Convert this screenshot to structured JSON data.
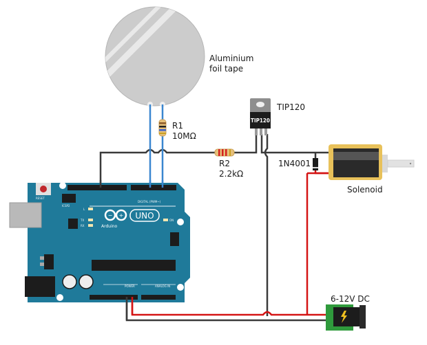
{
  "diagram": {
    "title": "Arduino touch-activated solenoid circuit",
    "components": {
      "foil": {
        "label_line1": "Aluminium",
        "label_line2": "foil tape"
      },
      "r1": {
        "name": "R1",
        "value": "10MΩ"
      },
      "r2": {
        "name": "R2",
        "value": "2.2kΩ"
      },
      "transistor": {
        "name": "TIP120",
        "marking": "TIP120"
      },
      "diode": {
        "name": "1N4001"
      },
      "solenoid": {
        "name": "Solenoid"
      },
      "power_jack": {
        "name": "6-12V DC"
      },
      "arduino": {
        "brand": "Arduino",
        "model": "UNO",
        "reset_label": "RESET",
        "icsp2_label": "ICSP2",
        "icsp_label": "ICSP",
        "led_l": "L",
        "led_tx": "TX",
        "led_rx": "RX",
        "led_on": "ON",
        "digital_label": "DIGITAL (PWM~)",
        "power_label": "POWER",
        "analog_label": "ANALOG IN"
      }
    },
    "colors": {
      "board": "#1f7a9a",
      "wire_black": "#3a3a3a",
      "wire_red": "#d41414",
      "wire_blue": "#3a86d0",
      "foil": "#cfcfcf",
      "solenoid_frame": "#e8c15a",
      "jack_pcb": "#2f9a3c"
    }
  }
}
